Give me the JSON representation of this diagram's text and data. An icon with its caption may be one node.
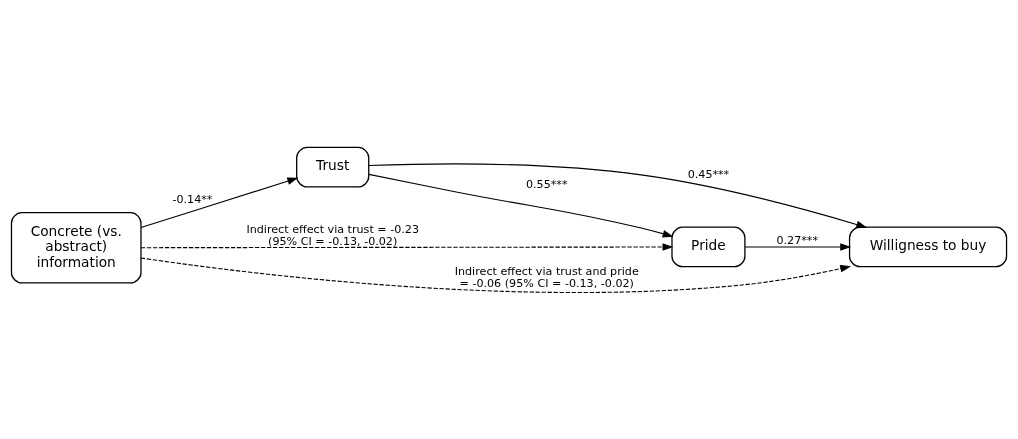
{
  "diagram": {
    "nodes": [
      {
        "text": [
          "Trust"
        ]
      },
      {
        "text": [
          "Pride"
        ]
      },
      {
        "text": [
          "Concrete (vs. abstract) information"
        ]
      },
      {
        "text": [
          "Willigness to buy"
        ]
      }
    ],
    "edges": [
      {
        "from": 2,
        "to": 0,
        "arrow": "to",
        "label": "-0.14**"
      },
      {
        "from": 0,
        "to": 1,
        "arrow": "to",
        "label": "0.55***"
      },
      {
        "from": 1,
        "to": 3,
        "arrow": "to",
        "label": "0.27***"
      },
      {
        "from": 0,
        "to": 3,
        "arrow": "to",
        "label": "0.45***"
      },
      {
        "from": 2,
        "to": 1,
        "arrow": "to",
        "style": "dashed",
        "label": "Indirect effect via trust = -0.23 (95% CI = -0.13, -0.02)"
      },
      {
        "from": 2,
        "to": 3,
        "arrow": "to",
        "style": "dashed",
        "label": "Indirect effect via trust and pride = -0.06 (95% CI = -0.13, -0.02)"
      }
    ]
  }
}
